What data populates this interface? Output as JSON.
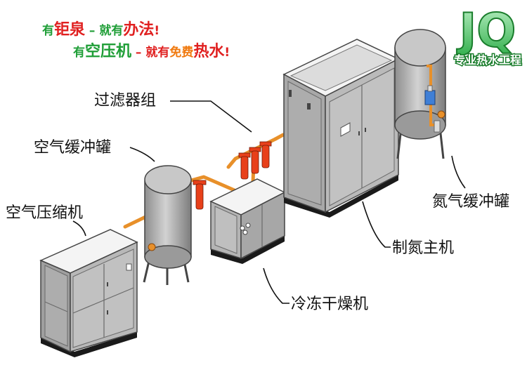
{
  "slogan": {
    "line1": {
      "p1": "有",
      "p2": "钜泉",
      "p3": " – 就有",
      "p4": "办法",
      "p5": "!"
    },
    "line2": {
      "p1": "有",
      "p2": "空压机",
      "p3": " – 就有",
      "p4": "免费",
      "p5": "热水",
      "p6": "!"
    }
  },
  "logo": {
    "letters": "JQ",
    "caption": "专业热水工程"
  },
  "labels": {
    "filter_group": "过滤器组",
    "air_buffer_tank": "空气缓冲罐",
    "air_compressor": "空气压缩机",
    "nitrogen_buffer_tank": "氮气缓冲罐",
    "nitrogen_generator": "制氮主机",
    "refrigerated_dryer": "冷冻干燥机"
  },
  "colors": {
    "green": "#1f9e37",
    "red": "#e02020",
    "orange": "#f07a10",
    "pipe": "#e8902a",
    "filter": "#e8401a",
    "equipment": "#b4b4b4",
    "frame": "#f4f4f4",
    "base": "#1a1a1a"
  }
}
